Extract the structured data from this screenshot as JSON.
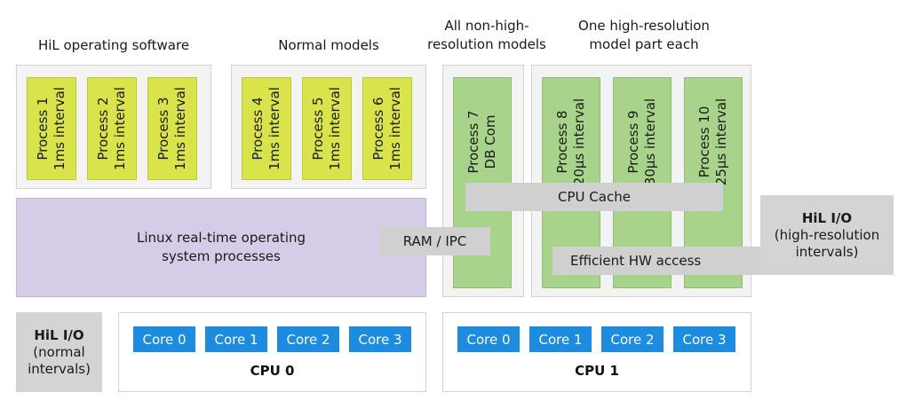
{
  "headers": {
    "hil_os": "HiL operating software",
    "normal_models": "Normal models",
    "non_hr_line1": "All non-high-",
    "non_hr_line2": "resolution models",
    "hr_line1": "One high-resolution",
    "hr_line2": "model part each"
  },
  "processes": [
    {
      "name": "Process 1",
      "detail": "1ms interval"
    },
    {
      "name": "Process 2",
      "detail": "1ms interval"
    },
    {
      "name": "Process 3",
      "detail": "1ms interval"
    },
    {
      "name": "Process 4",
      "detail": "1ms interval"
    },
    {
      "name": "Process 5",
      "detail": "1ms interval"
    },
    {
      "name": "Process 6",
      "detail": "1ms interval"
    },
    {
      "name": "Process 7",
      "detail": "DB Com"
    },
    {
      "name": "Process 8",
      "detail": "20µs interval"
    },
    {
      "name": "Process 9",
      "detail": "30µs interval"
    },
    {
      "name": "Process 10",
      "detail": "25µs interval"
    }
  ],
  "linux": {
    "line1": "Linux real-time operating",
    "line2": "system processes"
  },
  "bars": {
    "cpu_cache": "CPU Cache",
    "ram_ipc": "RAM / IPC",
    "hw_access": "Efficient HW access"
  },
  "hil_io_hr": {
    "title": "HiL I/O",
    "line1": "(high-resolution",
    "line2": "intervals)"
  },
  "hil_io_normal": {
    "title": "HiL I/O",
    "line1": "(normal",
    "line2": "intervals)"
  },
  "cpu0": {
    "label": "CPU 0",
    "cores": [
      "Core 0",
      "Core 1",
      "Core 2",
      "Core 3"
    ]
  },
  "cpu1": {
    "label": "CPU 1",
    "cores": [
      "Core 0",
      "Core 1",
      "Core 2",
      "Core 3"
    ]
  },
  "colors": {
    "normal_process": "#d9e34a",
    "high_res_process": "#a7d38a",
    "linux": "#d5cde8",
    "core": "#1c8ce0",
    "connector": "#d0d0d0"
  }
}
